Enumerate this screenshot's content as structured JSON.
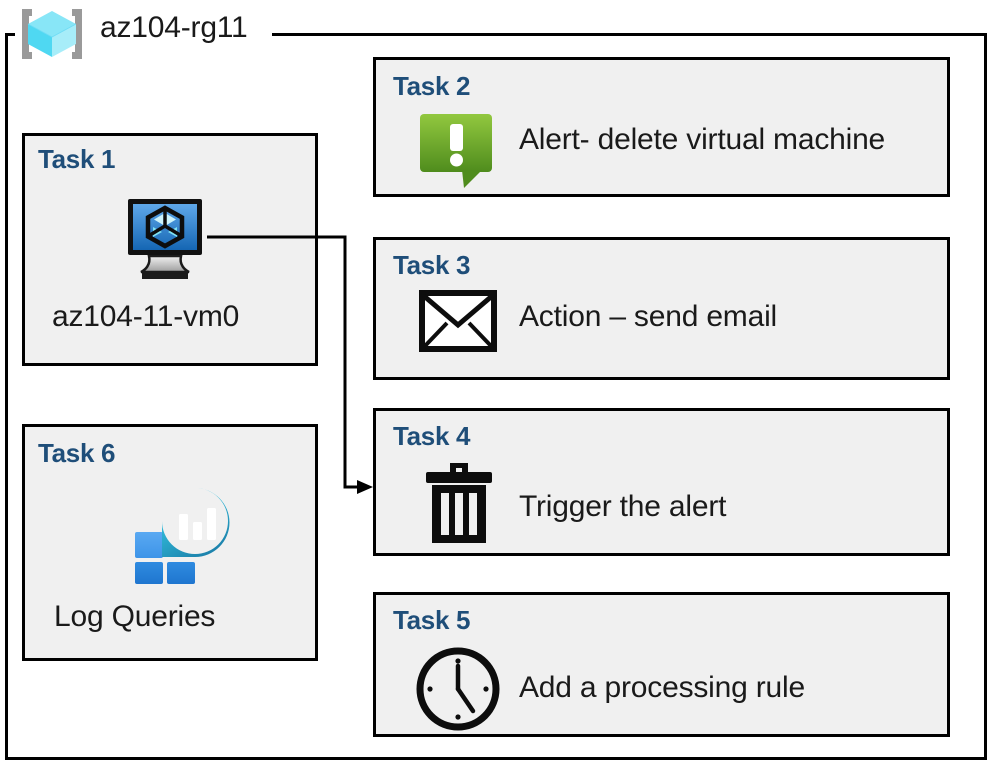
{
  "diagram": {
    "container": {
      "label": "az104-rg11",
      "icon": "azure-resource-group-icon",
      "border_color": "#000000",
      "background": "#ffffff"
    },
    "theme": {
      "task_box_fill": "#f0f0f0",
      "task_box_border": "#000000",
      "task_title_color": "#1f4e79",
      "body_text_color": "#1a1a1a",
      "alert_green_light": "#8cc63e",
      "alert_green_dark": "#4e8b1e",
      "vm_blue_light": "#5ba3e8",
      "vm_blue_dark": "#1565b0",
      "log_cyan": "#32d0ef",
      "log_teal": "#1f7fa8",
      "log_tile_light": "#4fa3f0",
      "log_tile_dark": "#2a84dd"
    },
    "tasks": [
      {
        "id": "task1",
        "title": "Task 1",
        "text": "az104-11-vm0",
        "icon": "virtual-machine-icon",
        "column": "left"
      },
      {
        "id": "task2",
        "title": "Task 2",
        "text": "Alert- delete virtual machine",
        "icon": "alert-bubble-icon",
        "column": "right"
      },
      {
        "id": "task3",
        "title": "Task 3",
        "text": "Action – send email",
        "icon": "envelope-icon",
        "column": "right"
      },
      {
        "id": "task4",
        "title": "Task 4",
        "text": "Trigger the alert",
        "icon": "trash-can-icon",
        "column": "right"
      },
      {
        "id": "task5",
        "title": "Task 5",
        "text": "Add a processing rule",
        "icon": "clock-icon",
        "column": "right"
      },
      {
        "id": "task6",
        "title": "Task 6",
        "text": "Log Queries",
        "icon": "log-analytics-icon",
        "column": "left"
      }
    ],
    "connectors": [
      {
        "id": "vm-to-task4",
        "from": "task1-vm-icon",
        "to": "task4",
        "style": "orthogonal-arrow",
        "color": "#000000"
      }
    ]
  }
}
